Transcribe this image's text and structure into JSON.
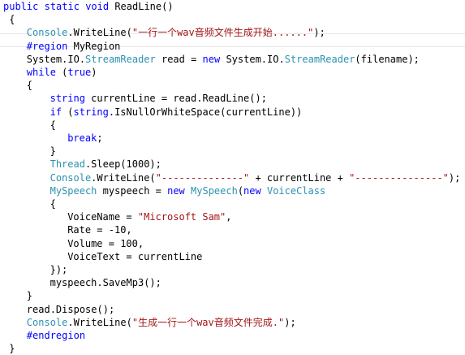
{
  "editor": {
    "language": "C#",
    "colors": {
      "keyword": "#0000ff",
      "type": "#2b91af",
      "string": "#a31515",
      "plain": "#000000"
    },
    "lines": [
      {
        "indent": 0,
        "tokens": [
          [
            "kw",
            "public"
          ],
          [
            "pl",
            " "
          ],
          [
            "kw",
            "static"
          ],
          [
            "pl",
            " "
          ],
          [
            "kw",
            "void"
          ],
          [
            "pl",
            " ReadLine()"
          ]
        ]
      },
      {
        "indent": 1,
        "tokens": [
          [
            "pl",
            "{"
          ]
        ]
      },
      {
        "indent": 4,
        "tokens": [
          [
            "ty",
            "Console"
          ],
          [
            "pl",
            "."
          ],
          [
            "pl",
            "WriteLine("
          ],
          [
            "st",
            "\"一行一个wav音频文件生成开始......\""
          ],
          [
            "pl",
            ");"
          ]
        ]
      },
      {
        "indent": 4,
        "tokens": [
          [
            "kw",
            "#region"
          ],
          [
            "pl",
            " MyRegion"
          ]
        ]
      },
      {
        "indent": 4,
        "tokens": [
          [
            "pl",
            "System.IO."
          ],
          [
            "ty",
            "StreamReader"
          ],
          [
            "pl",
            " read = "
          ],
          [
            "kw",
            "new"
          ],
          [
            "pl",
            " System.IO."
          ],
          [
            "ty",
            "StreamReader"
          ],
          [
            "pl",
            "(filename);"
          ]
        ]
      },
      {
        "indent": 4,
        "tokens": [
          [
            "kw",
            "while"
          ],
          [
            "pl",
            " ("
          ],
          [
            "kw",
            "true"
          ],
          [
            "pl",
            ")"
          ]
        ]
      },
      {
        "indent": 4,
        "tokens": [
          [
            "pl",
            "{"
          ]
        ]
      },
      {
        "indent": 8,
        "tokens": [
          [
            "kw",
            "string"
          ],
          [
            "pl",
            " currentLine = read.ReadLine();"
          ]
        ]
      },
      {
        "indent": 8,
        "tokens": [
          [
            "kw",
            "if"
          ],
          [
            "pl",
            " ("
          ],
          [
            "kw",
            "string"
          ],
          [
            "pl",
            ".IsNullOrWhiteSpace(currentLine))"
          ]
        ]
      },
      {
        "indent": 8,
        "tokens": [
          [
            "pl",
            "{"
          ]
        ]
      },
      {
        "indent": 11,
        "tokens": [
          [
            "kw",
            "break"
          ],
          [
            "pl",
            ";"
          ]
        ]
      },
      {
        "indent": 8,
        "tokens": [
          [
            "pl",
            "}"
          ]
        ]
      },
      {
        "indent": 8,
        "tokens": [
          [
            "ty",
            "Thread"
          ],
          [
            "pl",
            ".Sleep(1000);"
          ]
        ]
      },
      {
        "indent": 8,
        "tokens": [
          [
            "ty",
            "Console"
          ],
          [
            "pl",
            ".WriteLine("
          ],
          [
            "st",
            "\"--------------\""
          ],
          [
            "pl",
            " + currentLine + "
          ],
          [
            "st",
            "\"---------------\""
          ],
          [
            "pl",
            ");"
          ]
        ]
      },
      {
        "indent": 8,
        "tokens": [
          [
            "ty",
            "MySpeech"
          ],
          [
            "pl",
            " myspeech = "
          ],
          [
            "kw",
            "new"
          ],
          [
            "pl",
            " "
          ],
          [
            "ty",
            "MySpeech"
          ],
          [
            "pl",
            "("
          ],
          [
            "kw",
            "new"
          ],
          [
            "pl",
            " "
          ],
          [
            "ty",
            "VoiceClass"
          ]
        ]
      },
      {
        "indent": 8,
        "tokens": [
          [
            "pl",
            "{"
          ]
        ]
      },
      {
        "indent": 11,
        "tokens": [
          [
            "pl",
            "VoiceName = "
          ],
          [
            "st",
            "\"Microsoft Sam\""
          ],
          [
            "pl",
            ","
          ]
        ]
      },
      {
        "indent": 11,
        "tokens": [
          [
            "pl",
            "Rate = -10,"
          ]
        ]
      },
      {
        "indent": 11,
        "tokens": [
          [
            "pl",
            "Volume = 100,"
          ]
        ]
      },
      {
        "indent": 11,
        "tokens": [
          [
            "pl",
            "VoiceText = currentLine"
          ]
        ]
      },
      {
        "indent": 8,
        "tokens": [
          [
            "pl",
            "});"
          ]
        ]
      },
      {
        "indent": 8,
        "tokens": [
          [
            "pl",
            "myspeech.SaveMp3();"
          ]
        ]
      },
      {
        "indent": 4,
        "tokens": [
          [
            "pl",
            "}"
          ]
        ]
      },
      {
        "indent": 4,
        "tokens": [
          [
            "pl",
            "read.Dispose();"
          ]
        ]
      },
      {
        "indent": 4,
        "tokens": [
          [
            "ty",
            "Console"
          ],
          [
            "pl",
            ".WriteLine("
          ],
          [
            "st",
            "\"生成一行一个wav音频文件完成.\""
          ],
          [
            "pl",
            ");"
          ]
        ]
      },
      {
        "indent": 4,
        "tokens": [
          [
            "kw",
            "#endregion"
          ]
        ]
      },
      {
        "indent": 1,
        "tokens": [
          [
            "pl",
            "}"
          ]
        ]
      }
    ]
  }
}
